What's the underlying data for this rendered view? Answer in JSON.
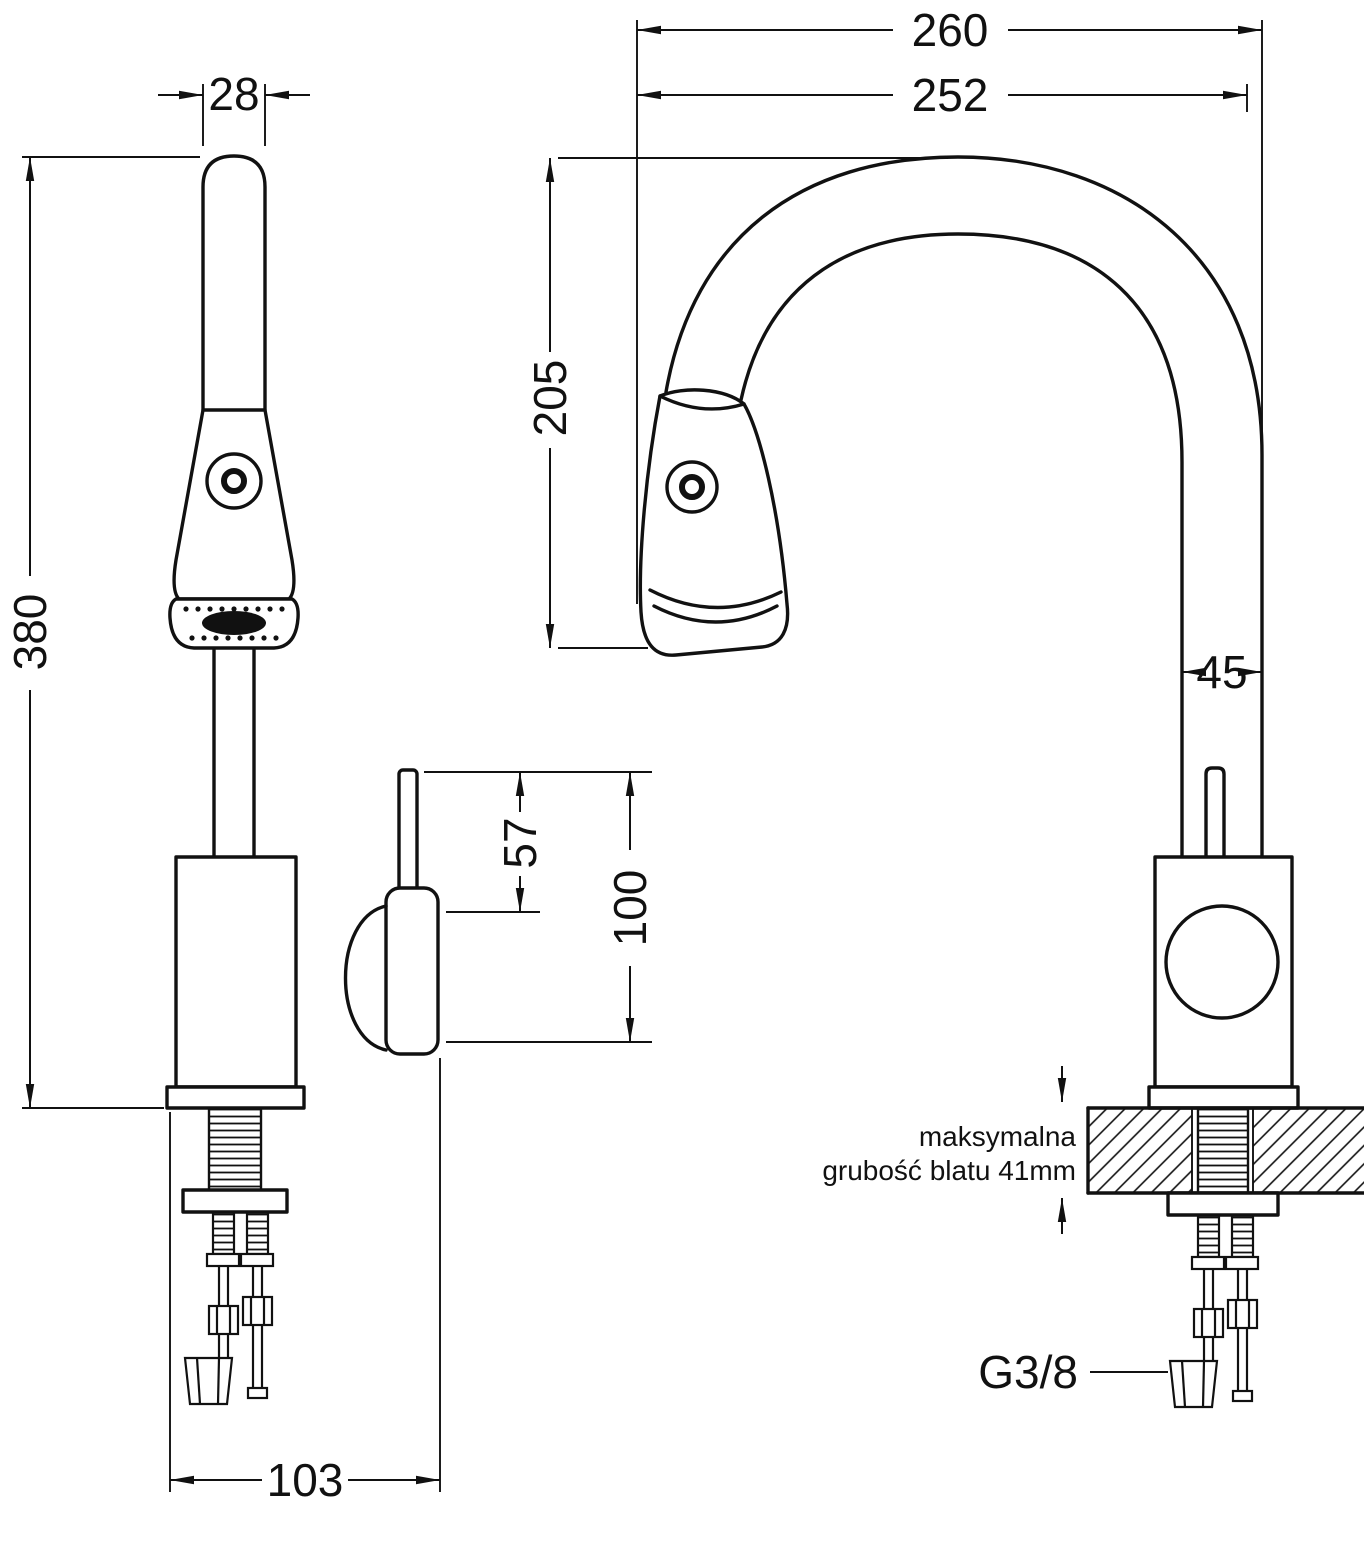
{
  "meta": {
    "background": "#ffffff",
    "line_color": "#111111",
    "drawing_type": "kitchen faucet technical dimension drawing"
  },
  "front_view": {
    "dims": {
      "top_width": "28",
      "total_height": "380",
      "lever_height": "57",
      "handle_height": "100",
      "base_width": "103"
    }
  },
  "side_view": {
    "dims": {
      "total_reach": "260",
      "spout_reach": "252",
      "spout_height": "205",
      "pipe_width": "45"
    },
    "counter_note_line1": "maksymalna",
    "counter_note_line2": "grubość blatu 41mm",
    "connection_label": "G3/8"
  }
}
